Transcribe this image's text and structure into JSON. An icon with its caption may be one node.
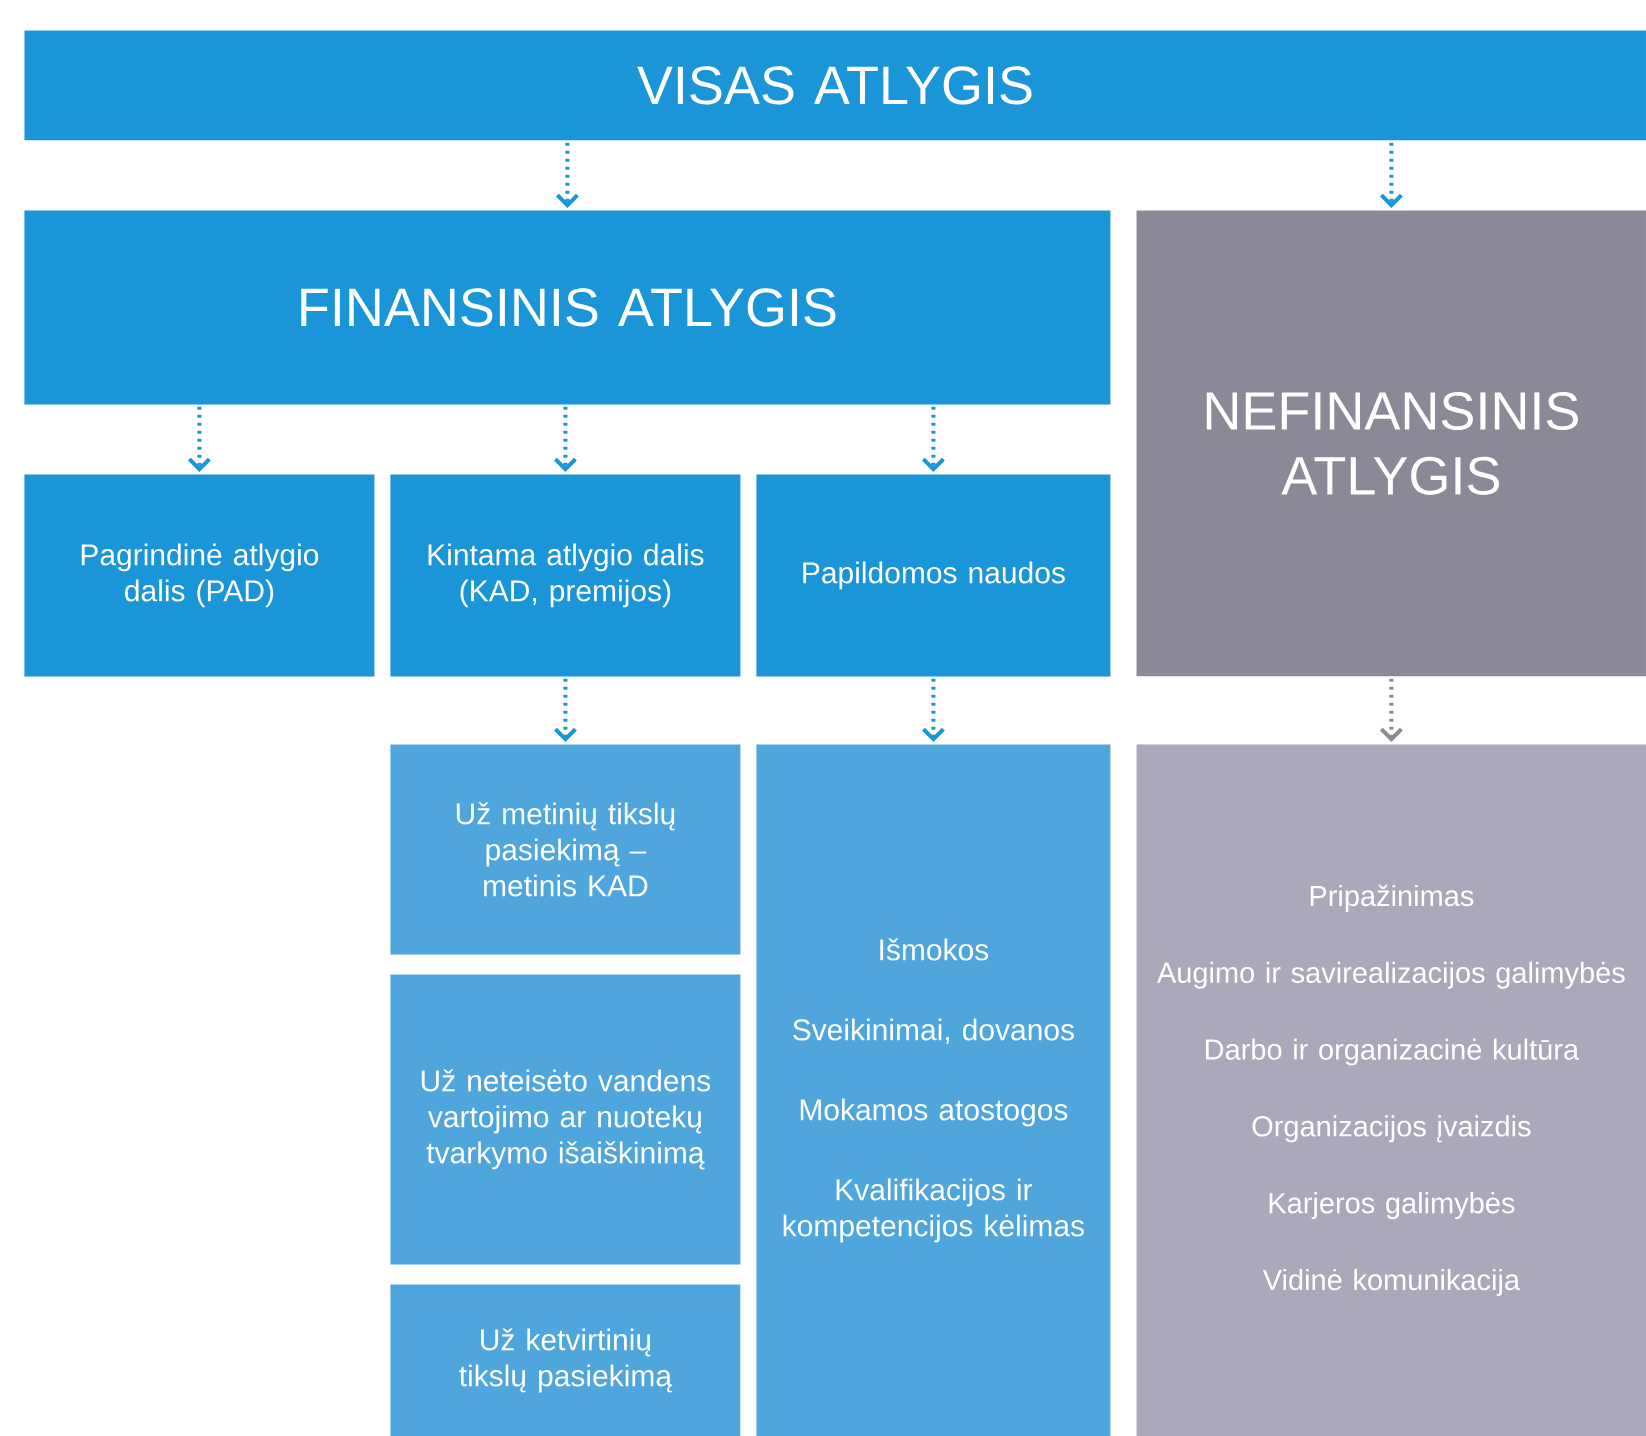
{
  "diagram": {
    "nodes": [
      {
        "text": [
          "VISAS ATLYGIS"
        ]
      },
      {
        "text": [
          "FINANSINIS ATLYGIS"
        ]
      },
      {
        "text": [
          "NEFINANSINIS ATLYGIS"
        ]
      },
      {
        "text": [
          "Pagrindinė atlygio dalis (PAD)"
        ]
      },
      {
        "text": [
          "Kintama atlygio dalis (KAD, premijos)"
        ]
      },
      {
        "text": [
          "Papildomos naudos"
        ]
      },
      {
        "text": [
          "Už metinių tikslų pasiekimą – metinis KAD"
        ]
      },
      {
        "text": [
          "Už neteisėto vandens vartojimo ar nuotekų tvarkymo išaiškinimą"
        ]
      },
      {
        "text": [
          "Už ketvirtinių tikslų pasiekimą"
        ]
      },
      {
        "text": [
          "Išmokos",
          "Sveikinimai, dovanos",
          "Mokamos atostogos",
          "Kvalifikacijos ir kompetencijos kėlimas"
        ]
      },
      {
        "text": [
          "Pripažinimas",
          "Augimo ir savirealizacijos galimybės",
          "Darbo ir organizacinė kultūra",
          "Organizacijos įvaizdis",
          "Karjeros galimybės",
          "Vidinė komunikacija"
        ]
      }
    ],
    "edges": [
      {
        "from": 0,
        "to": 1,
        "arrow": "to"
      },
      {
        "from": 0,
        "to": 2,
        "arrow": "to"
      },
      {
        "from": 1,
        "to": 3,
        "arrow": "to"
      },
      {
        "from": 1,
        "to": 4,
        "arrow": "to"
      },
      {
        "from": 1,
        "to": 5,
        "arrow": "to"
      },
      {
        "from": 4,
        "to": 6,
        "arrow": "to"
      },
      {
        "from": 5,
        "to": 9,
        "arrow": "to"
      },
      {
        "from": 2,
        "to": 10,
        "arrow": "to",
        "color": "#8b8898"
      }
    ]
  }
}
